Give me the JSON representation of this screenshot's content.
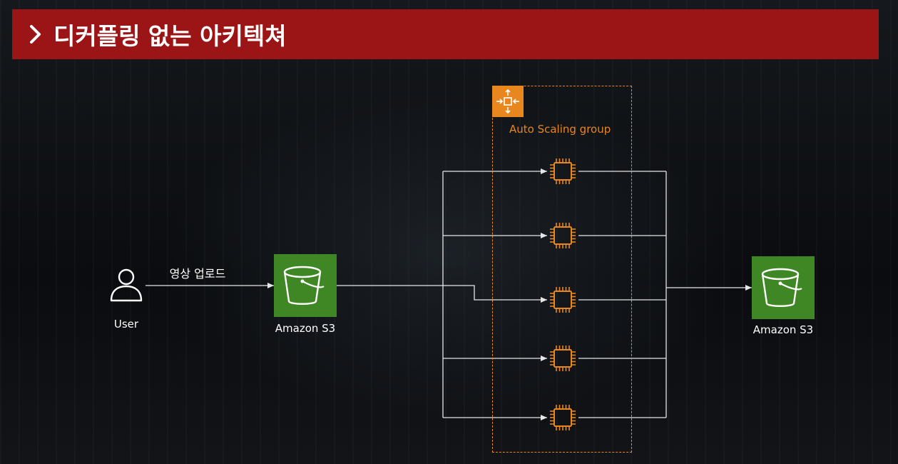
{
  "banner": {
    "title": "디커플링 없는 아키텍쳐"
  },
  "diagram": {
    "user_label": "User",
    "edge_label": "영상 업로드",
    "source_bucket_label": "Amazon S3",
    "target_bucket_label": "Amazon S3",
    "group_label": "Auto Scaling group",
    "instance_count": 5
  },
  "colors": {
    "banner": "#9b1416",
    "aws_orange": "#e8871e",
    "s3_green": "#3f8624",
    "line": "#e6e6e6"
  },
  "icons": {
    "user": "user-icon",
    "bucket": "bucket-icon",
    "instance": "ec2-instance-icon",
    "group": "auto-scaling-icon"
  }
}
